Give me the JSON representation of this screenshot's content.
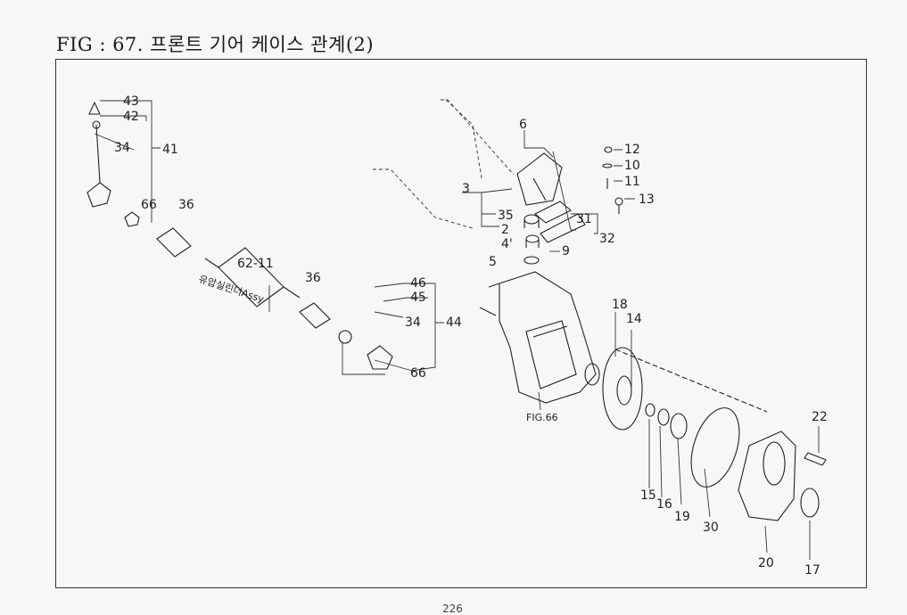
{
  "figure": {
    "title": "FIG : 67. 프론트 기어 케이스 관계(2)",
    "page_number": "226"
  },
  "part_labels": {
    "p43": "43",
    "p42": "42",
    "p34a": "34",
    "p41": "41",
    "p66a": "66",
    "p36a": "36",
    "p62_11": "62-11",
    "assy": "유압실린더Assy",
    "p36b": "36",
    "p46": "46",
    "p45": "45",
    "p34b": "34",
    "p44": "44",
    "p66b": "66",
    "p6": "6",
    "p3": "3",
    "p35": "35",
    "p2": "2",
    "p4": "4'",
    "p5": "5",
    "p31": "31",
    "p32": "32",
    "p9": "9",
    "p12": "12",
    "p10": "10",
    "p11": "11",
    "p13": "13",
    "p18": "18",
    "p14": "14",
    "fig66": "FIG.66",
    "p15": "15",
    "p16": "16",
    "p19": "19",
    "p30": "30",
    "p22": "22",
    "p20": "20",
    "p17": "17"
  }
}
